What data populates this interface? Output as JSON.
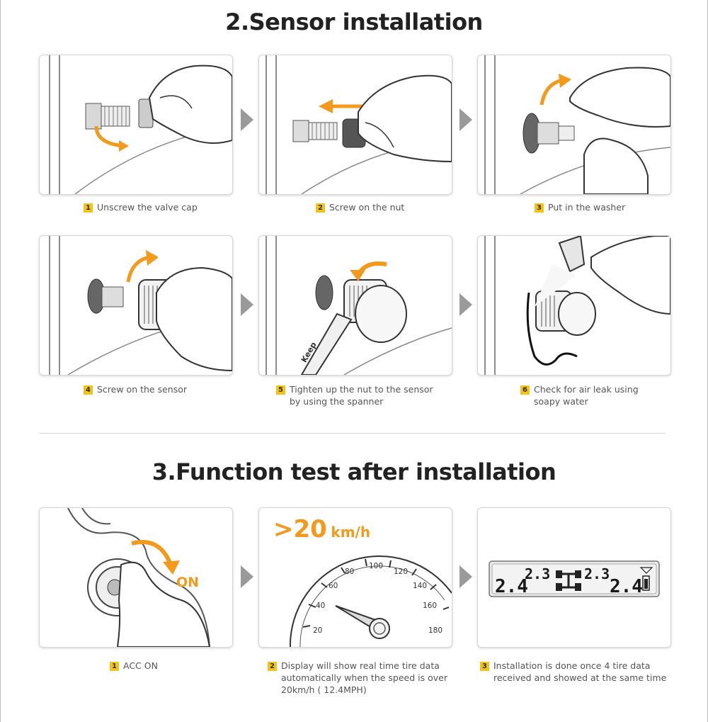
{
  "section2": {
    "title": "2.Sensor installation",
    "steps": [
      {
        "num": "1",
        "caption": "Unscrew the valve cap"
      },
      {
        "num": "2",
        "caption": "Screw on the nut"
      },
      {
        "num": "3",
        "caption": "Put in the washer"
      },
      {
        "num": "4",
        "caption": "Screw on the sensor"
      },
      {
        "num": "5",
        "caption_line1": "Tighten up the nut to the sensor",
        "caption_line2": "by using the spanner"
      },
      {
        "num": "6",
        "caption_line1": "Check for air leak using",
        "caption_line2": "soapy water"
      }
    ],
    "spanner_text": "Keep"
  },
  "section3": {
    "title": "3.Function test after installation",
    "on_label": "ON",
    "speed_big": ">20",
    "speed_unit": "km/h",
    "gauge_ticks": [
      "20",
      "40",
      "60",
      "80",
      "100",
      "120",
      "140",
      "160",
      "180"
    ],
    "lcd": {
      "front_left": "2.3",
      "front_right": "2.3",
      "rear_left": "2.4",
      "rear_right": "2.4"
    },
    "steps": [
      {
        "num": "1",
        "caption": "ACC ON"
      },
      {
        "num": "2",
        "caption_line1": "Display will show real time tire data",
        "caption_line2": "automatically when the speed is over",
        "caption_line3": "20km/h ( 12.4MPH)"
      },
      {
        "num": "3",
        "caption_line1": "Installation is done once 4 tire data",
        "caption_line2": "received and showed at the same time"
      }
    ]
  },
  "colors": {
    "accent_orange": "#f39a1c",
    "badge_yellow": "#f2c318",
    "arrow_gray": "#9a9a9a"
  },
  "icons": [
    "step-arrow-icon",
    "hand-icon",
    "valve-icon",
    "sensor-icon",
    "spanner-icon",
    "speedometer-icon",
    "lcd-display-icon",
    "ignition-key-icon"
  ]
}
